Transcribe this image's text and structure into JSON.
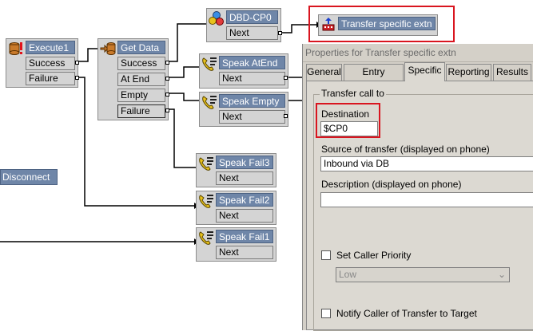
{
  "flow": {
    "nodes": {
      "execute": {
        "title": "Execute1",
        "ports": [
          "Success",
          "Failure"
        ]
      },
      "get_data": {
        "title": "Get Data",
        "ports": [
          "Success",
          "At End",
          "Empty",
          "Failure"
        ]
      },
      "dbd": {
        "title": "DBD-CP0",
        "ports": [
          "Next"
        ]
      },
      "transfer": {
        "title": "Transfer specific extn"
      },
      "speak_atend": {
        "title": "Speak AtEnd",
        "ports": [
          "Next"
        ]
      },
      "speak_empty": {
        "title": "Speak Empty",
        "ports": [
          "Next"
        ]
      },
      "speak_fail3": {
        "title": "Speak Fail3",
        "ports": [
          "Next"
        ]
      },
      "speak_fail2": {
        "title": "Speak Fail2",
        "ports": [
          "Next"
        ]
      },
      "speak_fail1": {
        "title": "Speak Fail1",
        "ports": [
          "Next"
        ]
      }
    },
    "disconnect_label": "Disconnect"
  },
  "properties": {
    "title": "Properties for Transfer specific extn",
    "tabs": [
      "General",
      "Entry Prompts",
      "Specific",
      "Reporting",
      "Results"
    ],
    "active_tab": "Specific",
    "group_label": "Transfer call to",
    "destination_label": "Destination",
    "destination_value": "$CP0",
    "source_label": "Source of transfer (displayed on phone)",
    "source_value": "Inbound via DB",
    "description_label": "Description (displayed on phone)",
    "description_value": "",
    "set_caller_priority_label": "Set Caller Priority",
    "priority_value": "Low",
    "notify_label": "Notify Caller of Transfer to Target"
  },
  "colors": {
    "node_header": "#6f86a8",
    "highlight": "#d9151f",
    "panel_bg": "#d4d0c8"
  }
}
